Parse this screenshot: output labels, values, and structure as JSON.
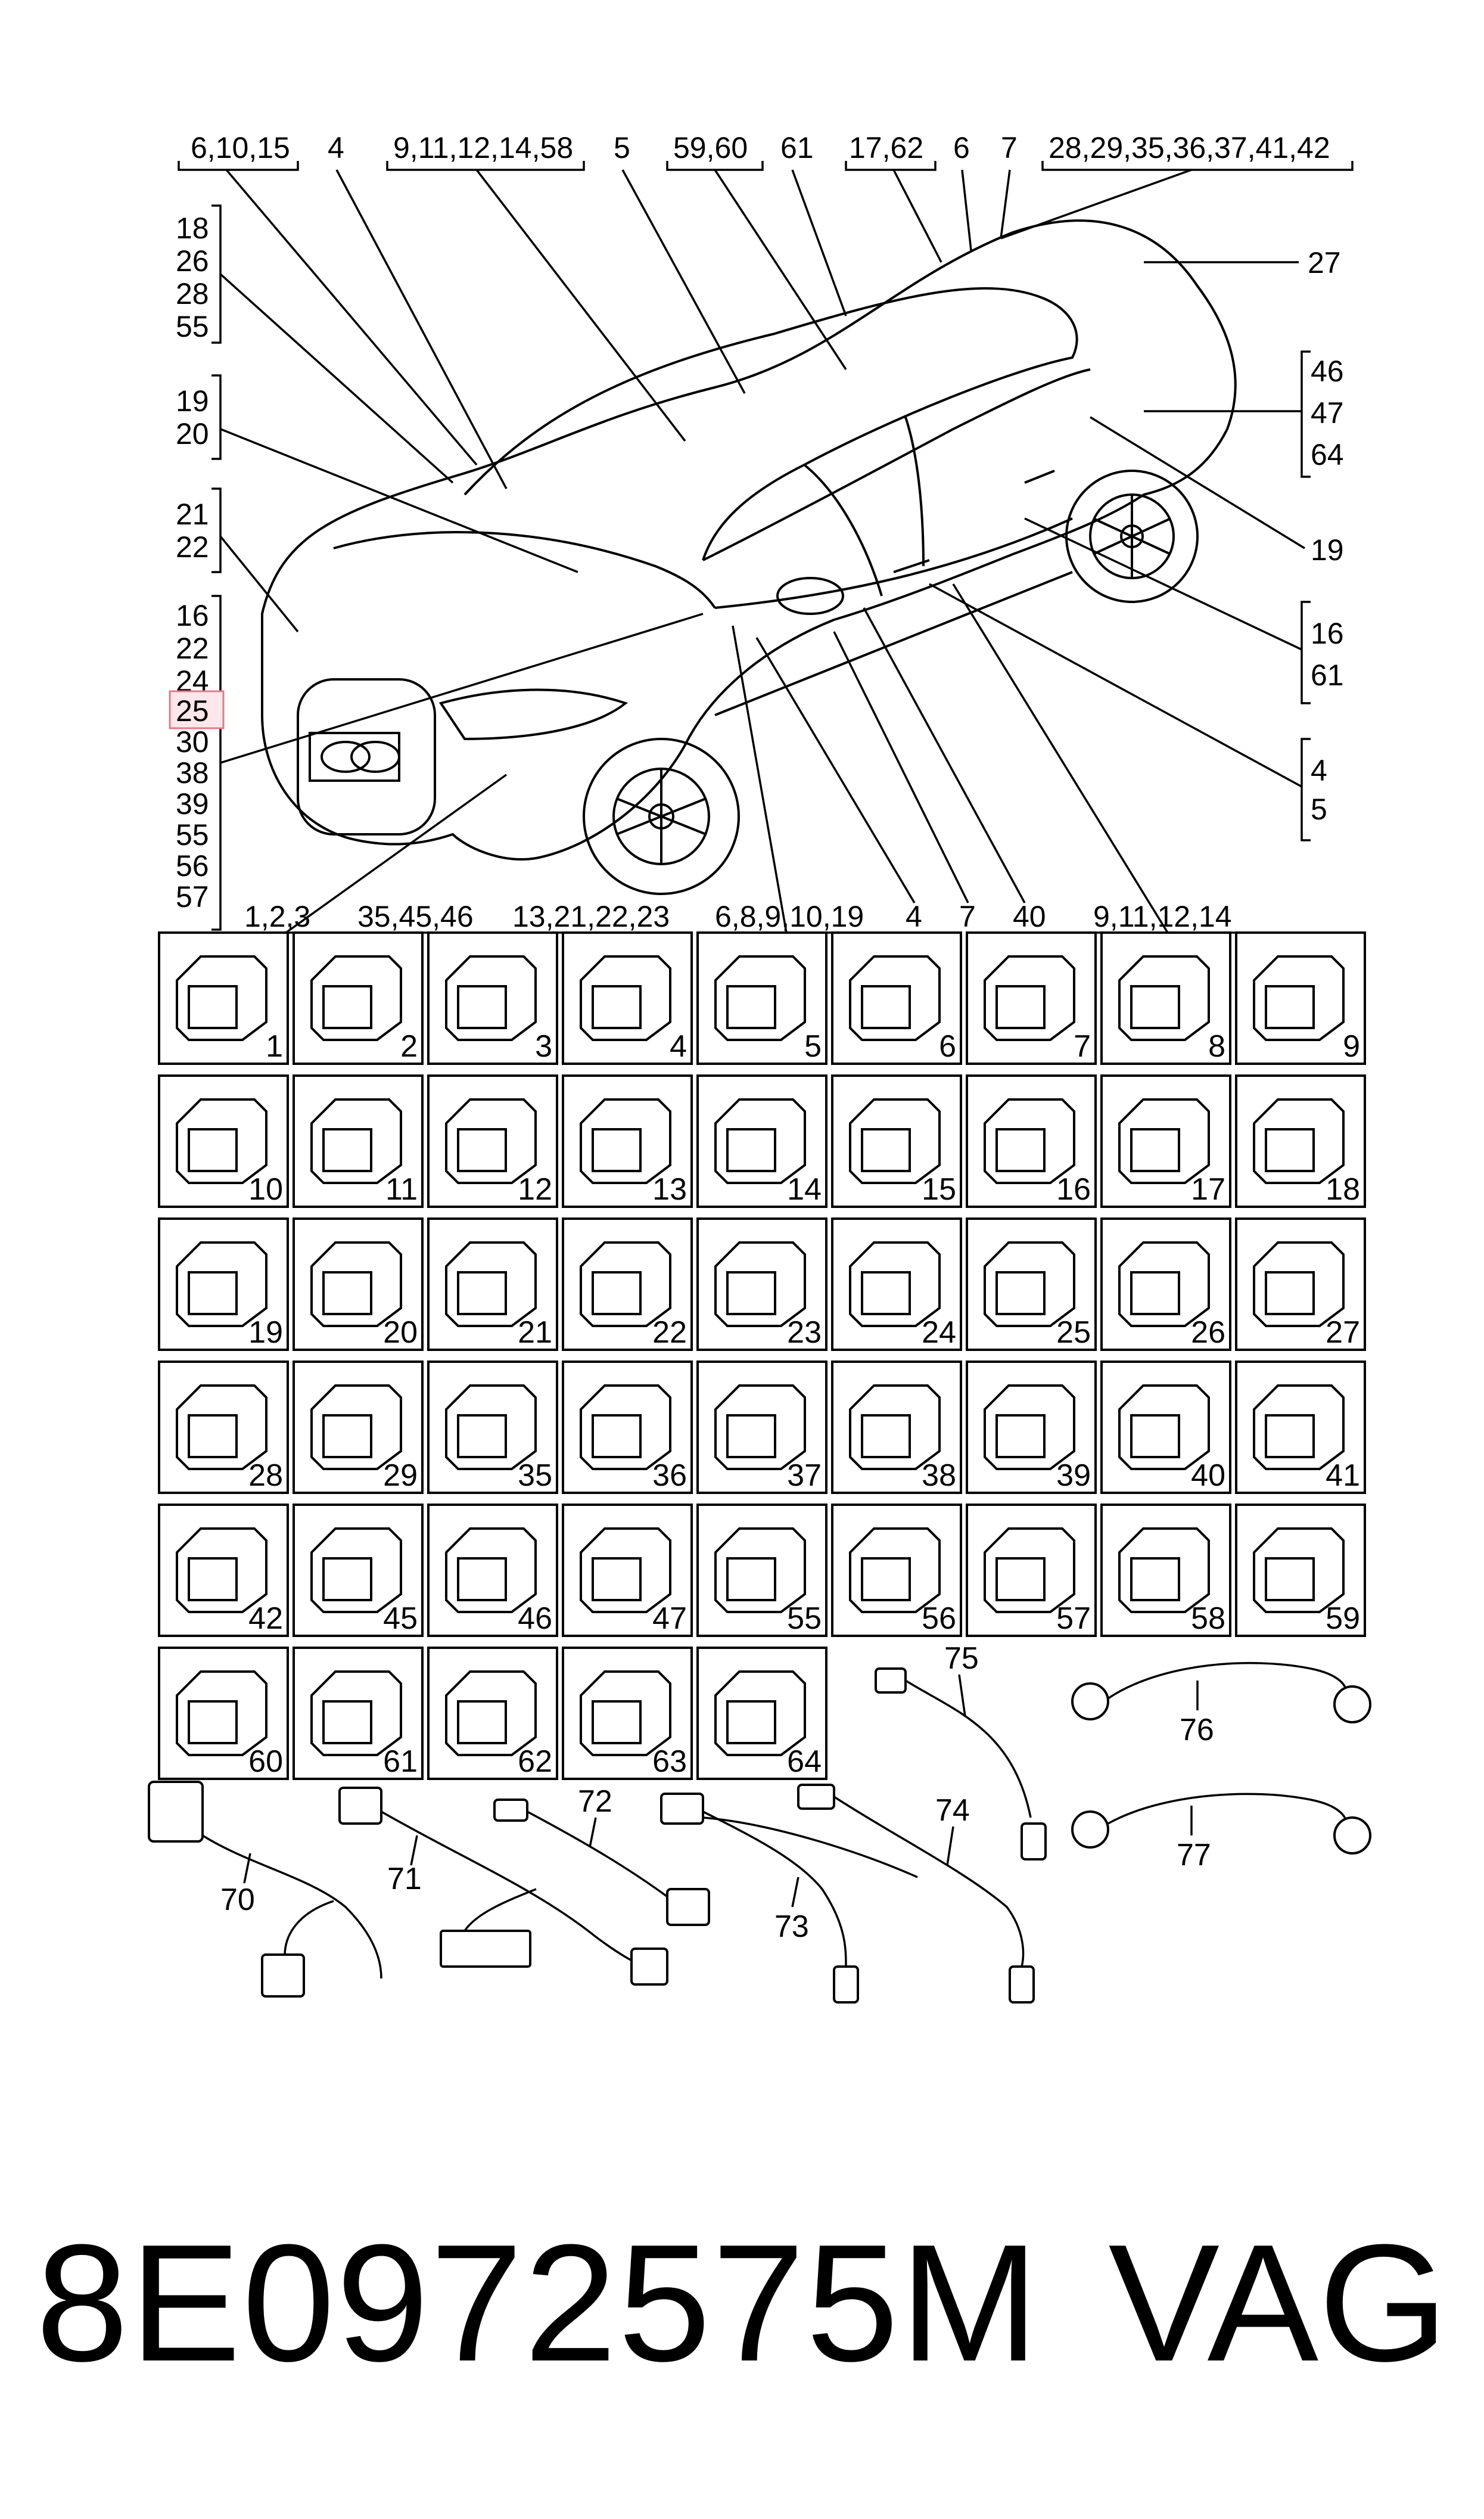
{
  "car_labels": {
    "top": [
      "6,10,15",
      "4",
      "9,11,12,14,58",
      "5",
      "59,60",
      "61",
      "17,62",
      "6",
      "7",
      "28,29,35,36,37,41,42"
    ],
    "right": [
      "27",
      "46",
      "47",
      "64",
      "19",
      "16",
      "61",
      "4",
      "5"
    ],
    "left": [
      "18",
      "26",
      "28",
      "55",
      "19",
      "20",
      "21",
      "22",
      "16",
      "22",
      "24",
      "25",
      "30",
      "38",
      "39",
      "55",
      "56",
      "57"
    ],
    "bottom": [
      "1,2,3",
      "35,45,46",
      "13,21,22,23",
      "6,8,9,10,19",
      "4",
      "7",
      "40",
      "9,11,12,14"
    ],
    "highlighted": "25"
  },
  "parts_grid": [
    [
      "1",
      "2",
      "3",
      "4",
      "5",
      "6",
      "7",
      "8",
      "9"
    ],
    [
      "10",
      "11",
      "12",
      "13",
      "14",
      "15",
      "16",
      "17",
      "18"
    ],
    [
      "19",
      "20",
      "21",
      "22",
      "23",
      "24",
      "25",
      "26",
      "27"
    ],
    [
      "28",
      "29",
      "35",
      "36",
      "37",
      "38",
      "39",
      "40",
      "41"
    ],
    [
      "42",
      "45",
      "46",
      "47",
      "55",
      "56",
      "57",
      "58",
      "59"
    ],
    [
      "60",
      "61",
      "62",
      "63",
      "64"
    ]
  ],
  "harness_labels": [
    "75",
    "76",
    "77",
    "70",
    "71",
    "72",
    "73",
    "74"
  ],
  "footer": {
    "part_number": "8E0972575M",
    "brand": "VAG"
  }
}
